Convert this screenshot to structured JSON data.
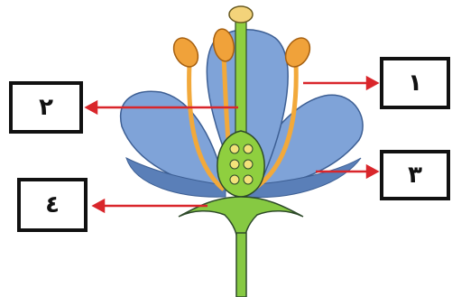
{
  "labels": {
    "one": "١",
    "two": "٢",
    "three": "٣",
    "four": "٤"
  },
  "colors": {
    "petal": "#7fa3d8",
    "petal_shadow": "#5a7fb8",
    "stamen": "#f2a93b",
    "anther": "#f0a23a",
    "pistil_green": "#8fcf3f",
    "stem_green": "#86c942",
    "arrow_red": "#d9262b",
    "outline": "#2e4a2a"
  }
}
